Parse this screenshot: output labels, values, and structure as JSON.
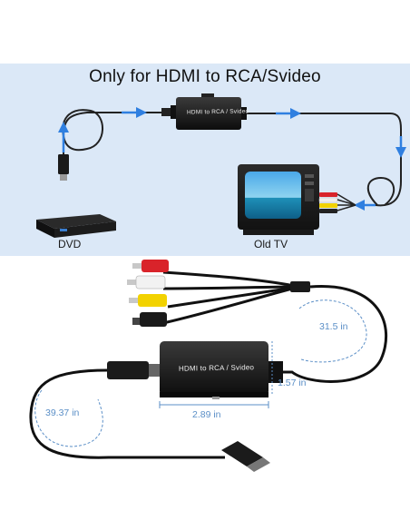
{
  "usage": {
    "title": "Only for HDMI to RCA/Svideo",
    "dvd_caption": "DVD",
    "tv_caption": "Old TV"
  },
  "device": {
    "label_small": "HDMI to RCA / Svideo",
    "label_large": "HDMI to RCA / Svideo"
  },
  "dimensions": {
    "cable_rca": "31.5 in",
    "cable_hdmi": "39.37 in",
    "height": "1.57 in",
    "width": "2.89 in"
  },
  "colors": {
    "panel_bg": "#dbe8f7",
    "arrow_blue": "#2f7fe0",
    "dim_blue": "#5b8fc7",
    "rca_red": "#d9232a",
    "rca_white": "#f2f2f2",
    "rca_yellow": "#f2d200"
  }
}
